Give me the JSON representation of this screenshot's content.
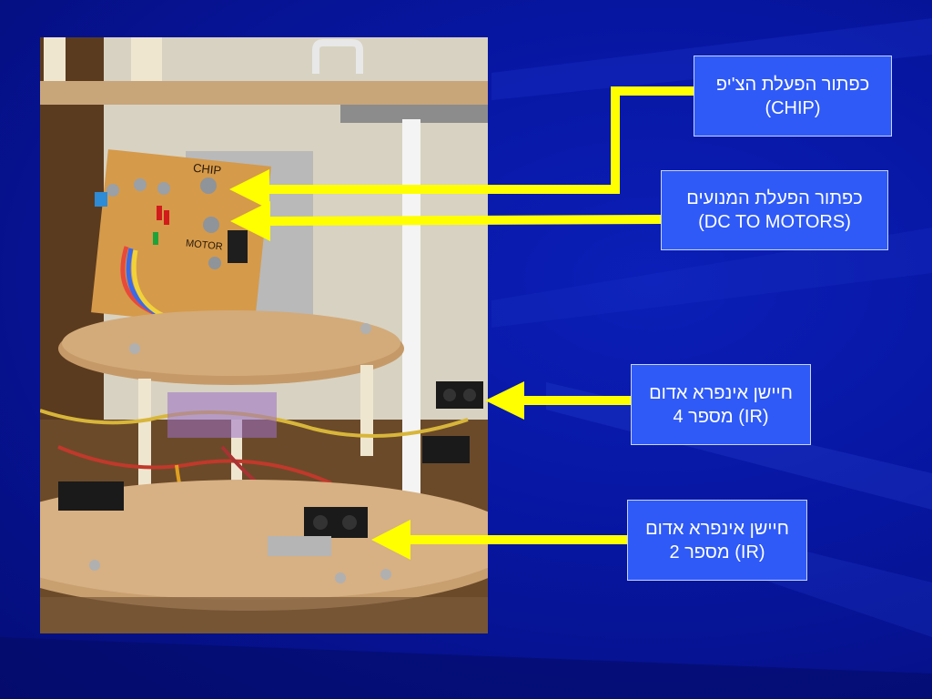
{
  "callouts": {
    "chip": {
      "line1": "כפתור הפעלת הצ'יפ",
      "line2": "(CHIP)"
    },
    "motors": {
      "line1": "כפתור הפעלת המנועים",
      "line2": "(DC TO MOTORS)"
    },
    "ir4": {
      "line1": "חיישן אינפרא אדום",
      "line2": "(IR) מספר 4"
    },
    "ir2": {
      "line1": "חיישן אינפרא אדום",
      "line2": "(IR) מספר 2"
    }
  },
  "photo": {
    "board_labels": {
      "chip": "CHIP",
      "motor": "MOTOR"
    }
  },
  "colors": {
    "background": "#0716a0",
    "callout_fill": "#2f5af7",
    "arrow": "#ffff00",
    "text": "#ffffff"
  }
}
